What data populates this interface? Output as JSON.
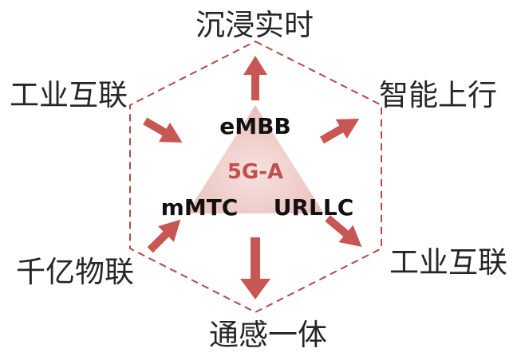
{
  "diagram": {
    "center_label": "5G-A",
    "modes": {
      "top": "eMBB",
      "left": "mMTC",
      "right": "URLLC"
    },
    "outer_labels": {
      "top": "沉浸实时",
      "top_left": "工业互联",
      "top_right": "智能上行",
      "bottom_left": "千亿物联",
      "bottom_right": "工业互联",
      "bottom": "通感一体"
    },
    "colors": {
      "accent": "#c0504d",
      "arrow": "#c85753",
      "hexagon_border": "#b04a44",
      "triangle_fill": "#f3dad8"
    }
  }
}
